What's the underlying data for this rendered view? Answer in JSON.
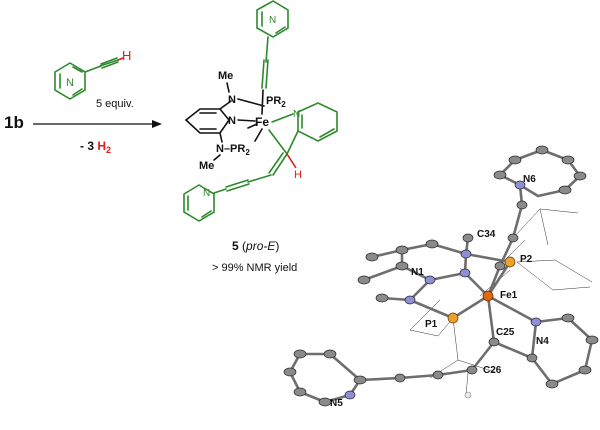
{
  "reaction": {
    "reactant": "1b",
    "reagent_amount": "5 equiv.",
    "byproduct_prefix": "- 3 ",
    "byproduct_species": "H",
    "byproduct_subscript": "2",
    "alkyne_N": "N",
    "alkyne_H": "H"
  },
  "product": {
    "number": "5",
    "isomer_open": " (",
    "isomer": "pro-E",
    "isomer_close": ")",
    "yield": "> 99% NMR yield",
    "atom_labels": {
      "me_top": "Me",
      "n_top": "N",
      "pr2_top": "PR",
      "pr2_sub": "2",
      "n_ring": "N",
      "fe": "Fe",
      "n_pyr": "N",
      "me_bottom": "Me",
      "npr2_bottom": "N–PR",
      "npr2_sub": "2",
      "h_vinyl": "H",
      "n_pyr_top": "N",
      "n_pyr_bottom": "N"
    }
  },
  "crystal_structure": {
    "labels": {
      "N6": "N6",
      "C34": "C34",
      "P2": "P2",
      "N1": "N1",
      "Fe1": "Fe1",
      "P1": "P1",
      "C25": "C25",
      "N4": "N4",
      "C26": "C26",
      "N5": "N5"
    }
  },
  "colors": {
    "green": "#2c8a2c",
    "red": "#e31b1b",
    "iron": "#e06a10",
    "phosphorus": "#f0a030",
    "nitrogen": "#8f8fd8",
    "carbon": "#8a8a8a"
  }
}
